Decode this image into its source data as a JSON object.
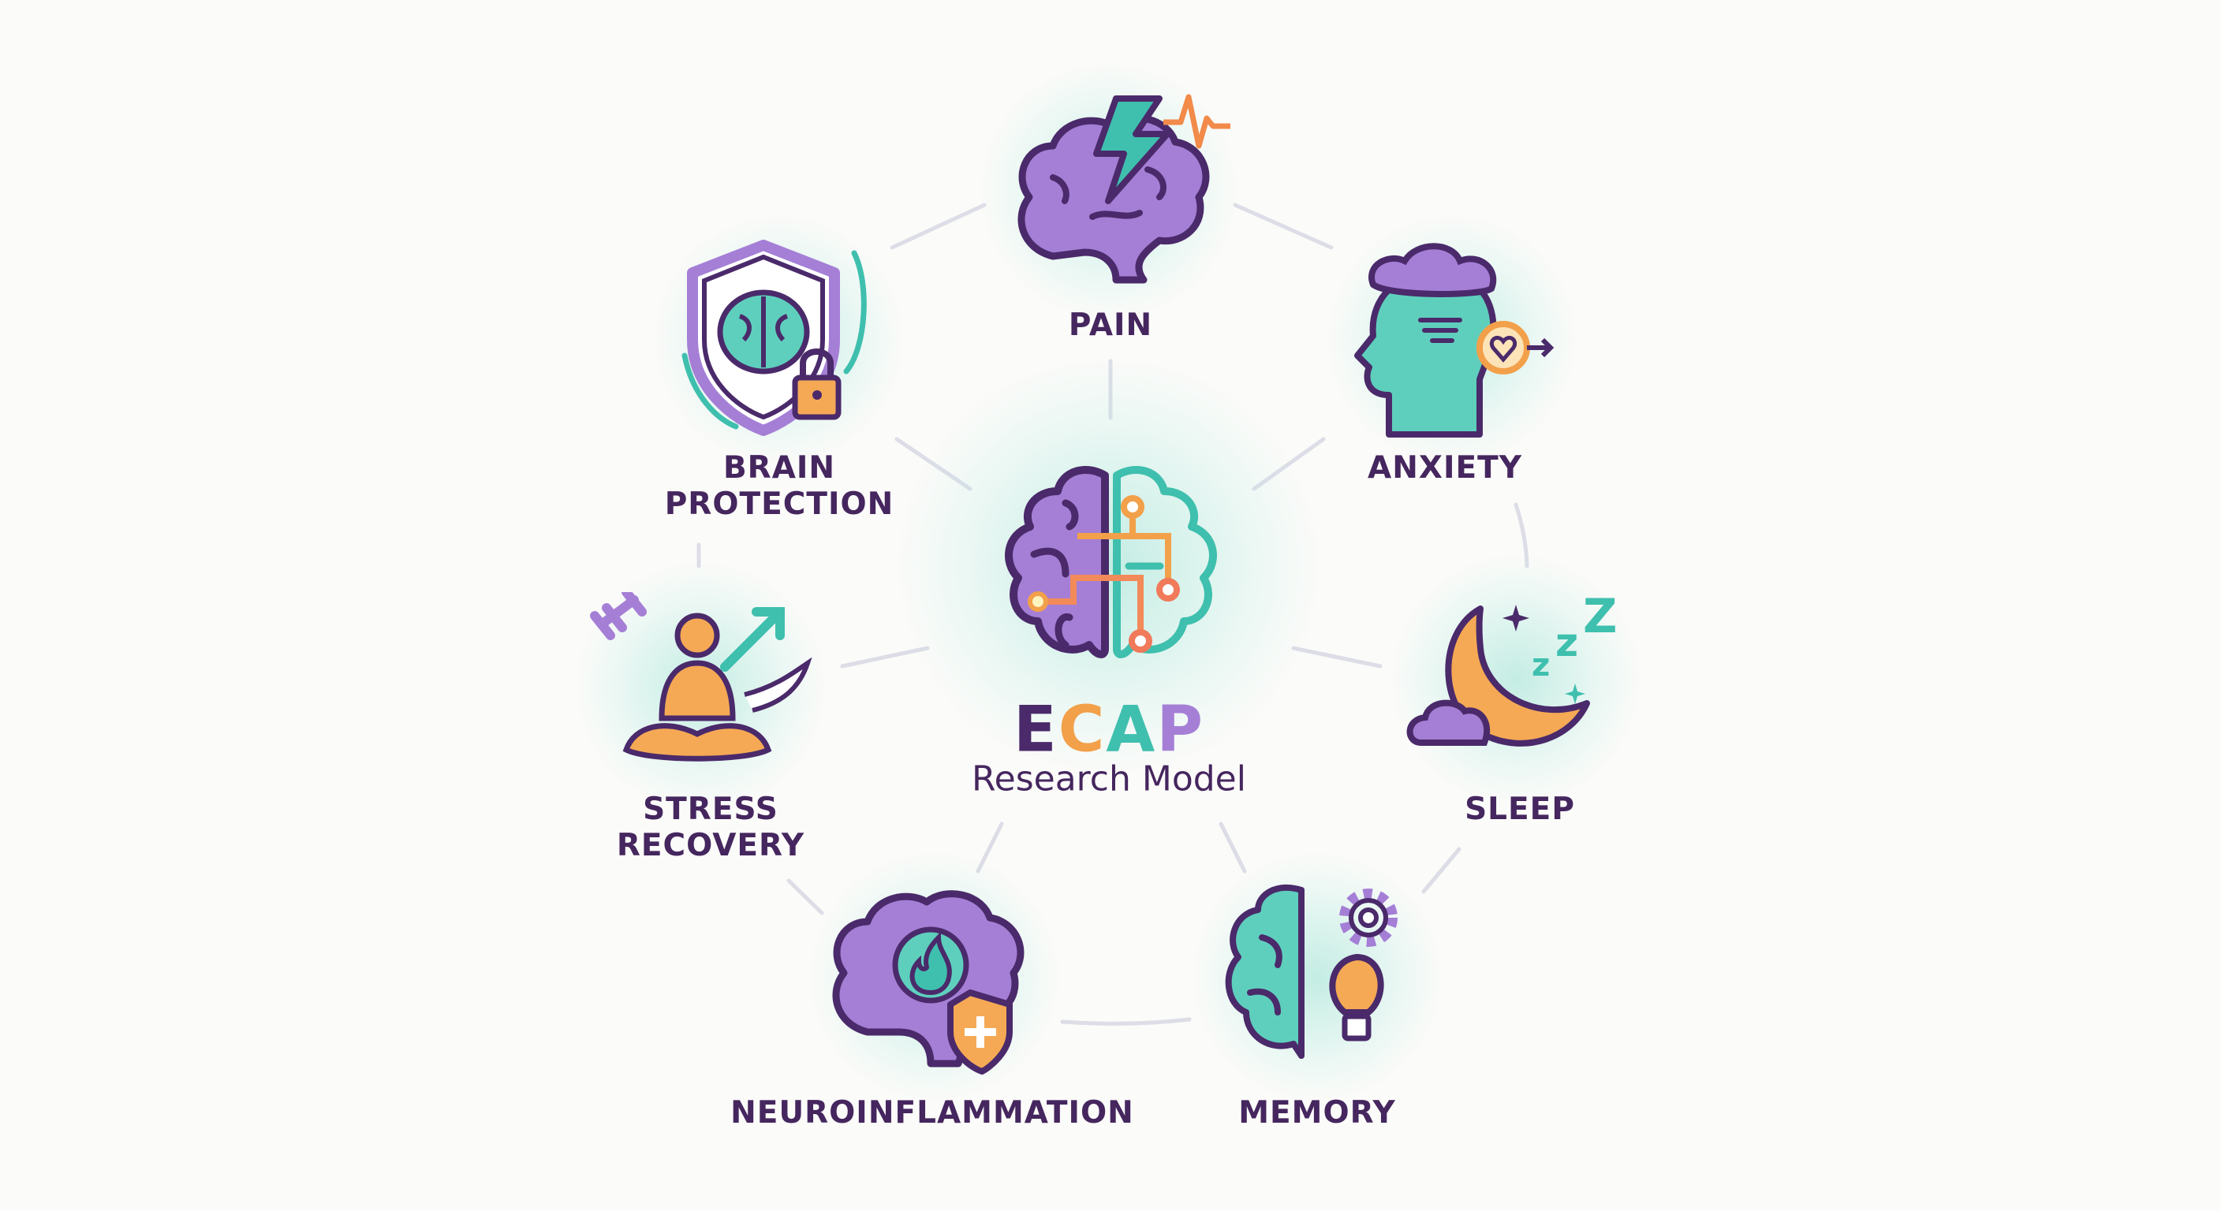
{
  "center": {
    "title_letters": [
      {
        "char": "E",
        "color": "#4a2a6a"
      },
      {
        "char": "C",
        "color": "#f2a04a"
      },
      {
        "char": "A",
        "color": "#3fbfae"
      },
      {
        "char": "P",
        "color": "#a57fd6"
      }
    ],
    "subtitle": "Research Model"
  },
  "nodes": [
    {
      "id": "pain",
      "lines": [
        "PAIN"
      ],
      "icon": "brain-lightning-icon"
    },
    {
      "id": "anxiety",
      "lines": [
        "ANXIETY"
      ],
      "icon": "head-storm-cloud-icon"
    },
    {
      "id": "sleep",
      "lines": [
        "SLEEP"
      ],
      "icon": "moon-zzz-icon"
    },
    {
      "id": "memory",
      "lines": [
        "MEMORY"
      ],
      "icon": "brain-gear-lightbulb-icon"
    },
    {
      "id": "neuroinflammation",
      "lines": [
        "NEUROINFLAMMATION"
      ],
      "icon": "brain-flame-shield-icon"
    },
    {
      "id": "stress-recovery",
      "lines": [
        "STRESS",
        "RECOVERY"
      ],
      "icon": "meditation-dumbbell-arrow-icon"
    },
    {
      "id": "brain-protection",
      "lines": [
        "BRAIN",
        "PROTECTION"
      ],
      "icon": "shield-brain-lock-icon"
    }
  ],
  "colors": {
    "purple": "#a57fd6",
    "dark_purple": "#4a2a6a",
    "teal": "#3fbfae",
    "orange": "#f2a04a",
    "coral": "#f07a5a",
    "connector": "#dcdde6"
  }
}
